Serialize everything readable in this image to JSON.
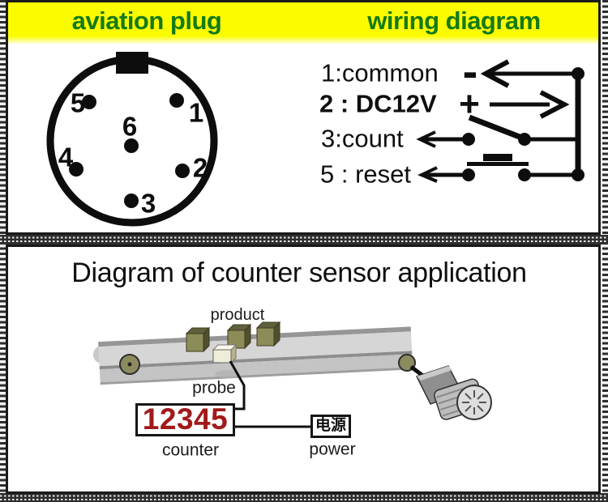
{
  "top_section": {
    "left_title": "aviation plug",
    "right_title": "wiring diagram",
    "title_color": "#147a14",
    "band_color": "#fcfc00",
    "plug_pins": [
      {
        "num": "5"
      },
      {
        "num": "1"
      },
      {
        "num": "6"
      },
      {
        "num": "4"
      },
      {
        "num": "2"
      },
      {
        "num": "3"
      }
    ],
    "wiring_rows": [
      {
        "label": "1:common",
        "sign": "-"
      },
      {
        "label": "2 : DC12V",
        "sign": "+"
      },
      {
        "label": "3:count",
        "sign": ""
      },
      {
        "label": "5 : reset",
        "sign": ""
      }
    ]
  },
  "bottom_section": {
    "title": "Diagram of counter sensor application",
    "product_label": "product",
    "probe_label": "probe",
    "counter_label": "counter",
    "power_label": "power",
    "counter_value": "12345",
    "counter_value_color": "#a11a1a",
    "power_box_text": "电源"
  }
}
